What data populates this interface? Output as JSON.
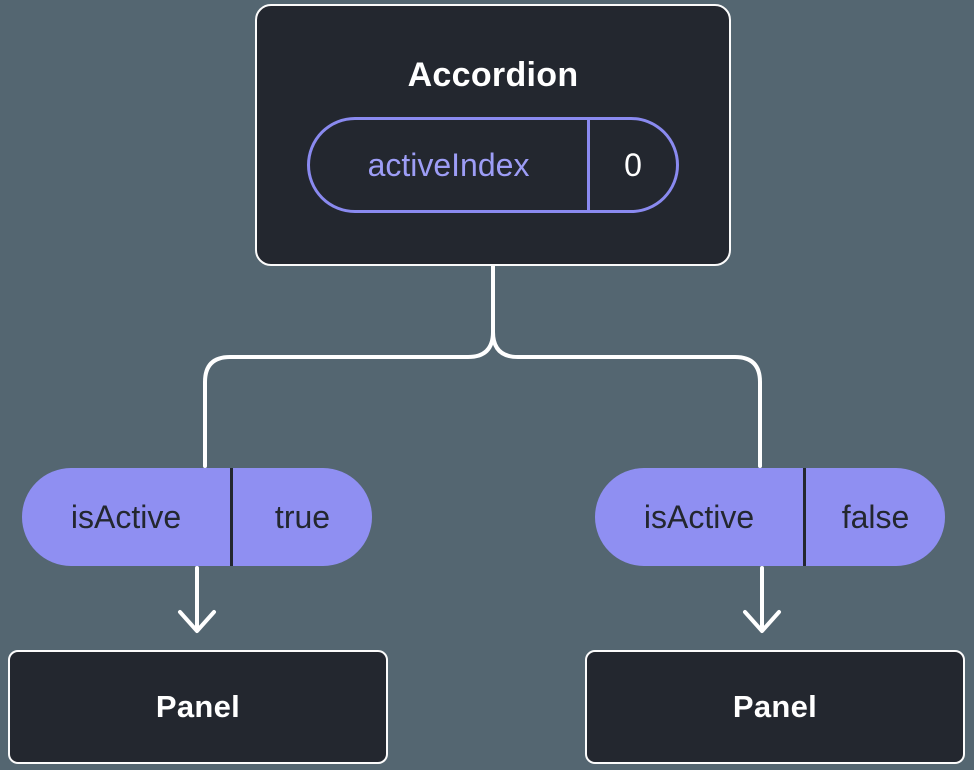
{
  "colors": {
    "background": "#546671",
    "node_fill": "#23272f",
    "node_border": "#fbfbfb",
    "accent_purple_outline": "#8a8af0",
    "accent_purple_fill": "#8f8ff2",
    "purple_text": "#9d9df6",
    "dark_text": "#23272f",
    "connector": "#ffffff"
  },
  "root_node": {
    "title": "Accordion",
    "state_pill": {
      "label": "activeIndex",
      "value": "0"
    }
  },
  "left_branch": {
    "prop_pill": {
      "label": "isActive",
      "value": "true"
    },
    "node": {
      "title": "Panel"
    }
  },
  "right_branch": {
    "prop_pill": {
      "label": "isActive",
      "value": "false"
    },
    "node": {
      "title": "Panel"
    }
  }
}
